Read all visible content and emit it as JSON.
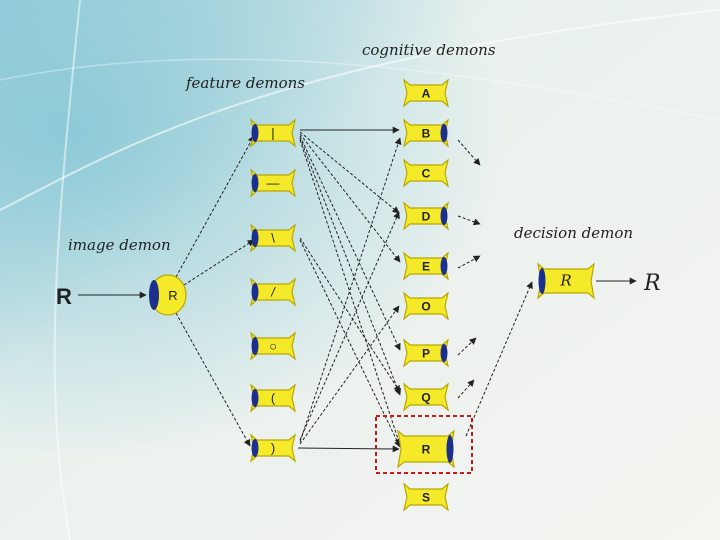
{
  "labels": {
    "cognitive_demons": "cognitive demons",
    "feature_demons": "feature demons",
    "image_demon": "image demon",
    "decision_demon": "decision demon"
  },
  "input_letter": "R",
  "image_demon_letter": "R",
  "decision_demon_letter": "R",
  "output_letter": "R",
  "feature_demons": [
    {
      "id": "vertical-line",
      "glyph": "|"
    },
    {
      "id": "horizontal-line",
      "glyph": "—"
    },
    {
      "id": "backslash",
      "glyph": "\\"
    },
    {
      "id": "slash",
      "glyph": "/"
    },
    {
      "id": "circle",
      "glyph": "○"
    },
    {
      "id": "open-right-curve",
      "glyph": "("
    },
    {
      "id": "open-left-curve",
      "glyph": ")"
    }
  ],
  "cognitive_demons": [
    {
      "letter": "A"
    },
    {
      "letter": "B"
    },
    {
      "letter": "C"
    },
    {
      "letter": "D"
    },
    {
      "letter": "E"
    },
    {
      "letter": "O"
    },
    {
      "letter": "P"
    },
    {
      "letter": "Q"
    },
    {
      "letter": "R"
    },
    {
      "letter": "S"
    }
  ],
  "highlighted_letter": "R",
  "colors": {
    "demon_fill": "#f5ea2a",
    "demon_stroke": "#b8a800",
    "eye": "#1c2f8c",
    "highlight_box": "#d01818",
    "arrow": "#222222"
  }
}
